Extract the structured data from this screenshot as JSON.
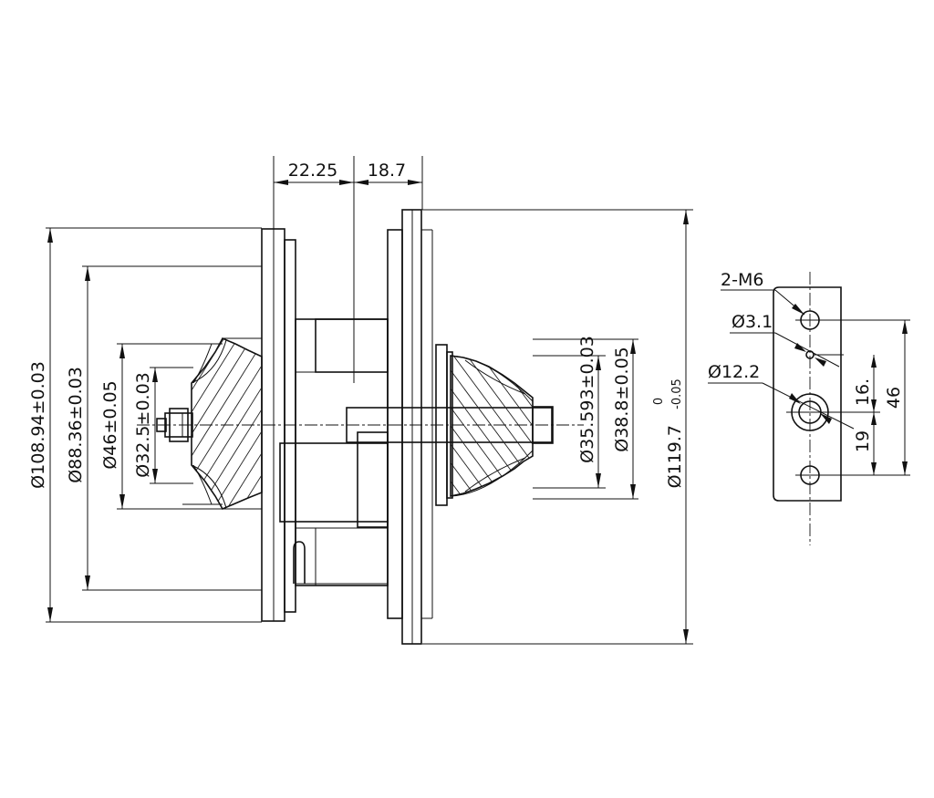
{
  "main_view": {
    "dims_horizontal": [
      "22.25",
      "18.7"
    ],
    "dims_vertical": [
      "Ø108.94±0.03",
      "Ø88.36±0.03",
      "Ø46±0.05",
      "Ø32.5±0.03",
      "Ø35.593±0.03",
      "Ø38.8±0.05"
    ],
    "dim_main": {
      "base": "Ø119.7",
      "upper_tol": "0",
      "lower_tol": "-0.05"
    }
  },
  "side_view": {
    "thread_label": "2-M6",
    "hole_small": "Ø3.1",
    "hole_large": "Ø12.2",
    "dim_16": "16.",
    "dim_19": "19",
    "dim_46": "46"
  }
}
